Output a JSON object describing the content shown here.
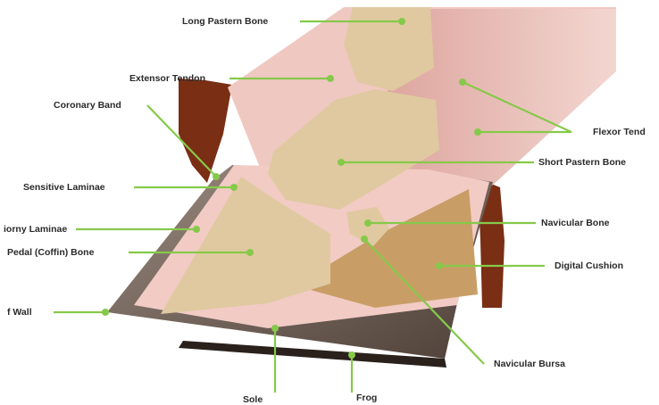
{
  "labels": {
    "long_pastern_bone": "Long Pastern Bone",
    "extensor_tendon": "Extensor Tendon",
    "coronary_band": "Coronary Band",
    "flexor_tendon": "Flexor Tend",
    "short_pastern_bone": "Short Pastern Bone",
    "sensitive_laminae": "Sensitive Laminae",
    "navicular_bone": "Navicular Bone",
    "horny_laminae": "iorny Laminae",
    "pedal_bone": "Pedal (Coffin) Bone",
    "digital_cushion": "Digital Cushion",
    "hoof_wall": "f Wall",
    "navicular_bursa": "Navicular Bursa",
    "sole": "Sole",
    "frog": "Frog"
  },
  "colors": {
    "leader_line": "#86c94a",
    "bone": "#e0c9a0",
    "tendon": "#e6b4ae",
    "laminae": "#f1c8c2",
    "cushion": "#c89e66",
    "hoof_wall": "#6b5b50",
    "hair": "#7a2e14"
  }
}
